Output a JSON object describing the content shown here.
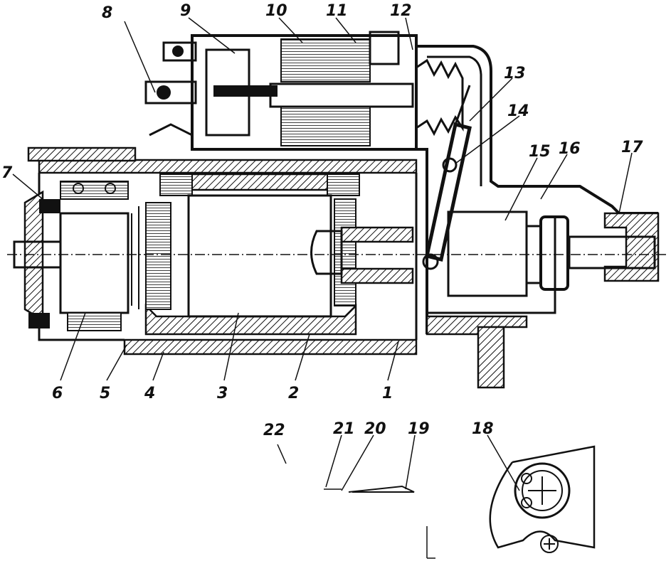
{
  "figure": {
    "callouts": [
      "1",
      "2",
      "3",
      "4",
      "5",
      "6",
      "7",
      "8",
      "9",
      "10",
      "11",
      "12",
      "13",
      "14",
      "15",
      "16",
      "17",
      "18",
      "19",
      "20",
      "21",
      "22"
    ]
  },
  "colors": {
    "ink": "#111111",
    "paper": "#ffffff"
  }
}
